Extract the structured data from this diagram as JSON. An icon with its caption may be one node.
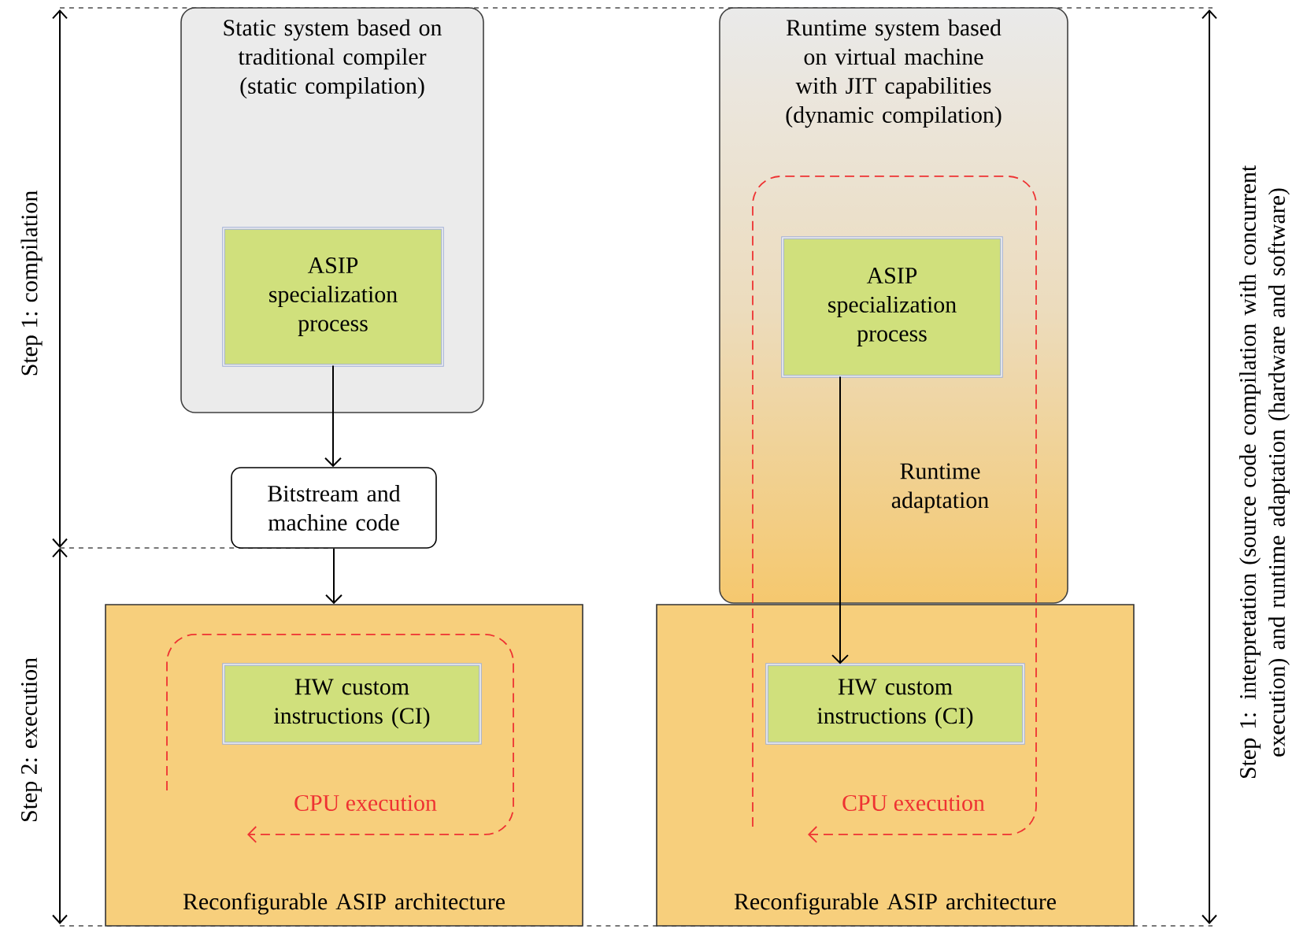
{
  "diagram": {
    "nodes": [
      {
        "text": [
          "Static system based on traditional compiler (static compilation)"
        ]
      },
      {
        "text": [
          "ASIP specialization process"
        ],
        "in": 0
      },
      {
        "text": [
          "Bitstream and machine code"
        ]
      },
      {
        "text": [
          "Reconfigurable ASIP architecture"
        ]
      },
      {
        "text": [
          "HW custom instructions (CI)"
        ],
        "in": 3
      },
      {
        "text": [
          "Runtime system based on virtual machine with JIT capabilities (dynamic compilation)"
        ]
      },
      {
        "text": [
          "ASIP specialization process"
        ],
        "in": 5
      },
      {
        "text": [
          "Reconfigurable ASIP architecture"
        ]
      },
      {
        "text": [
          "HW custom instructions (CI)"
        ],
        "in": 7
      }
    ],
    "edges": [
      {
        "from": 1,
        "to": 2,
        "arrow": "to"
      },
      {
        "from": 2,
        "to": 3,
        "arrow": "to"
      },
      {
        "from": 6,
        "to": 8,
        "arrow": "to",
        "label": "Runtime adaptation"
      }
    ],
    "labels": [
      "Step 1: compilation",
      "Step 2: execution",
      "CPU execution",
      "CPU execution",
      "Step 1: interpretation (source code compilation with concurrent execution) and runtime adaptation (hardware and software)"
    ]
  }
}
